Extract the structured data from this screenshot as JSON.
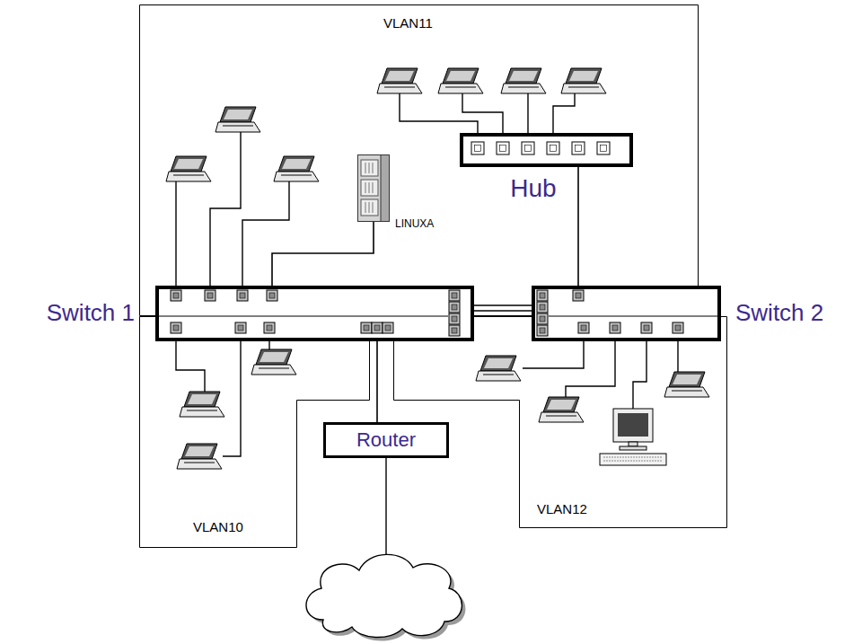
{
  "diagram": {
    "nodes": [
      {
        "text": [
          "VLAN11"
        ]
      },
      {
        "text": [
          "LINUXA"
        ],
        "in": 0
      },
      {
        "text": [
          "Hub"
        ],
        "in": 0
      },
      {
        "text": [
          "Switch 1"
        ]
      },
      {
        "text": [
          "Switch 2"
        ]
      },
      {
        "text": [
          "Router"
        ]
      },
      {
        "text": [
          "VLAN10"
        ]
      },
      {
        "text": [
          "VLAN12"
        ]
      }
    ],
    "edges": [
      {
        "from": 3,
        "to": 4,
        "arrow": "none"
      },
      {
        "from": 2,
        "to": 4,
        "arrow": "none"
      },
      {
        "from": 1,
        "to": 3,
        "arrow": "none"
      },
      {
        "from": 5,
        "to": 3,
        "arrow": "none"
      }
    ]
  }
}
